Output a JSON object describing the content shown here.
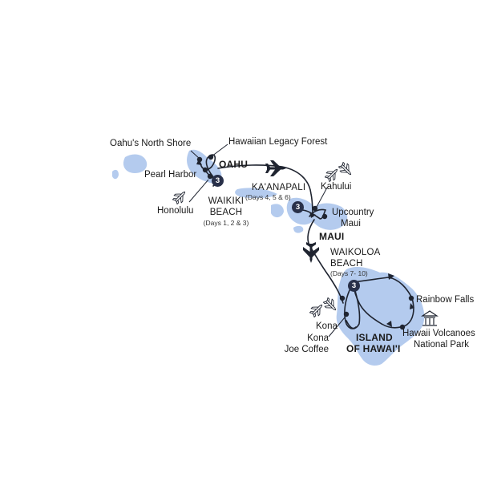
{
  "map": {
    "colors": {
      "land": "#b4cbee",
      "route": "#1f2430",
      "badge": "#283049"
    },
    "islands": {
      "oahu": "OAHU",
      "maui": "MAUI",
      "hawaii_line1": "ISLAND",
      "hawaii_line2": "OF HAWAI'I"
    },
    "stays": [
      {
        "name_line1": "WAIKIKI",
        "name_line2": "BEACH",
        "days": "(Days 1, 2 & 3)",
        "nights": "3"
      },
      {
        "name_line1": "KA'ANAPALI",
        "name_line2": "",
        "days": "(Days 4, 5 & 6)",
        "nights": "3"
      },
      {
        "name_line1": "WAIKOLOA",
        "name_line2": "BEACH",
        "days": "(Days 7- 10)",
        "nights": "3"
      }
    ],
    "places": {
      "north_shore": "Oahu's North Shore",
      "legacy_forest": "Hawaiian Legacy Forest",
      "pearl_harbor": "Pearl Harbor",
      "honolulu": "Honolulu",
      "kahului": "Kahului",
      "upcountry_line1": "Upcountry",
      "upcountry_line2": "Maui",
      "rainbow_falls": "Rainbow Falls",
      "volcanoes_line1": "Hawaii Volcanoes",
      "volcanoes_line2": "National Park",
      "kona": "Kona",
      "kona_coffee_line1": "Kona",
      "kona_coffee_line2": "Joe Coffee"
    }
  }
}
